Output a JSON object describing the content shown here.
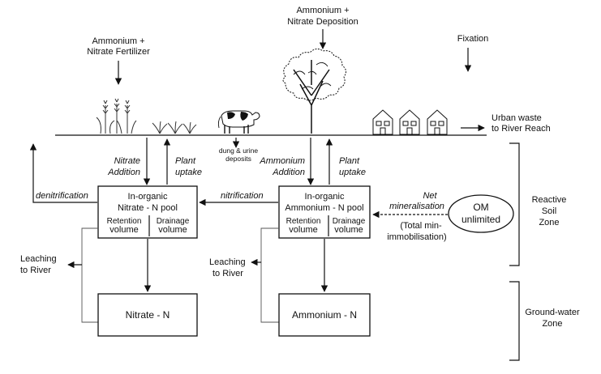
{
  "inputs": {
    "fertilizer": [
      "Ammonium +",
      "Nitrate Fertilizer"
    ],
    "deposition": [
      "Ammonium +",
      "Nitrate Deposition"
    ],
    "fixation": "Fixation",
    "urban": [
      "Urban waste",
      "to River Reach"
    ],
    "dung": [
      "dung & urine",
      "deposits"
    ]
  },
  "flows": {
    "nitrate_addition": [
      "Nitrate",
      "Addition"
    ],
    "plant_uptake_left": [
      "Plant",
      "uptake"
    ],
    "ammonium_addition": [
      "Ammonium",
      "Addition"
    ],
    "plant_uptake_right": [
      "Plant",
      "uptake"
    ],
    "denitrification": "denitrification",
    "nitrification": "nitrification",
    "net_mineralisation": [
      "Net",
      "mineralisation"
    ],
    "total_min": [
      "(Total min-",
      "immobilisation)"
    ]
  },
  "pools": {
    "nitrate_pool": [
      "In-organic",
      "Nitrate - N pool"
    ],
    "ammonium_pool": [
      "In-organic",
      "Ammonium - N pool"
    ],
    "retention": [
      "Retention",
      "volume"
    ],
    "drainage": [
      "Drainage",
      "volume"
    ],
    "nitrate_n": "Nitrate - N",
    "ammonium_n": "Ammonium - N",
    "om": [
      "OM",
      "unlimited"
    ]
  },
  "leaching": {
    "left": [
      "Leaching",
      "to River"
    ],
    "right": [
      "Leaching",
      "to River"
    ]
  },
  "zones": {
    "reactive": [
      "Reactive",
      "Soil",
      "Zone"
    ],
    "groundwater": [
      "Ground-water",
      "Zone"
    ]
  }
}
